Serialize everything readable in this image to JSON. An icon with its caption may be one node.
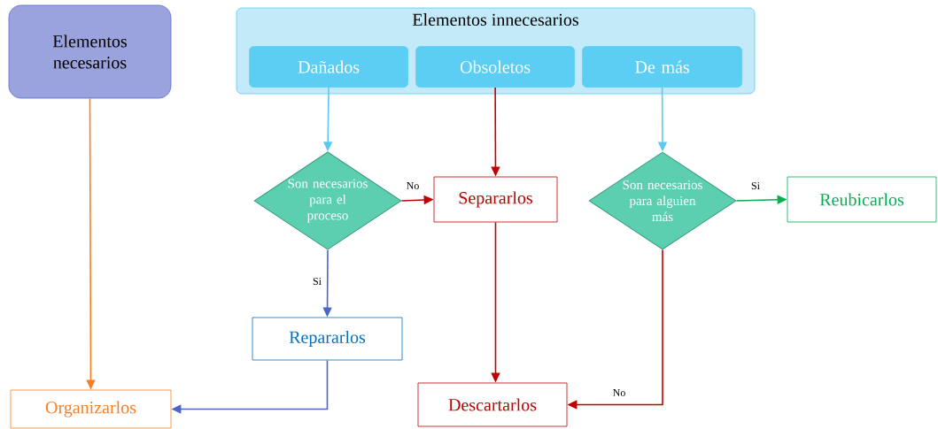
{
  "diagram": {
    "nodes": [
      {
        "text": [
          "Elementos necesarios"
        ]
      },
      {
        "text": [
          "Elementos innecesarios"
        ]
      },
      {
        "text": [
          "Dañados"
        ],
        "in": 1
      },
      {
        "text": [
          "Obsoletos"
        ],
        "in": 1
      },
      {
        "text": [
          "De más"
        ],
        "in": 1
      },
      {
        "text": [
          "Son necesarios para el proceso"
        ]
      },
      {
        "text": [
          "Separarlos"
        ]
      },
      {
        "text": [
          "Son necesarios para alguien más"
        ]
      },
      {
        "text": [
          "Reubicarlos"
        ]
      },
      {
        "text": [
          "Repararlos"
        ]
      },
      {
        "text": [
          "Organizarlos"
        ]
      },
      {
        "text": [
          "Descartarlos"
        ]
      }
    ],
    "edges": [
      {
        "from": 0,
        "to": 10,
        "arrow": "to",
        "color": "#f58025"
      },
      {
        "from": 2,
        "to": 5,
        "arrow": "to",
        "color": "#5ccaf0"
      },
      {
        "from": 3,
        "to": 6,
        "arrow": "to"
      },
      {
        "from": 4,
        "to": 7,
        "arrow": "to",
        "color": "#5ccaf0"
      },
      {
        "from": 5,
        "to": 6,
        "arrow": "to",
        "label": "No"
      },
      {
        "from": 5,
        "to": 9,
        "arrow": "to",
        "label": "Si",
        "color": "#4a66cc"
      },
      {
        "from": 7,
        "to": 8,
        "arrow": "to",
        "label": "Si",
        "color": "#00b050"
      },
      {
        "from": 6,
        "to": 11,
        "arrow": "to"
      },
      {
        "from": 7,
        "to": 11,
        "arrow": "to",
        "label": "No"
      },
      {
        "from": 9,
        "to": 10,
        "arrow": "to",
        "color": "#4a66cc"
      }
    ]
  }
}
